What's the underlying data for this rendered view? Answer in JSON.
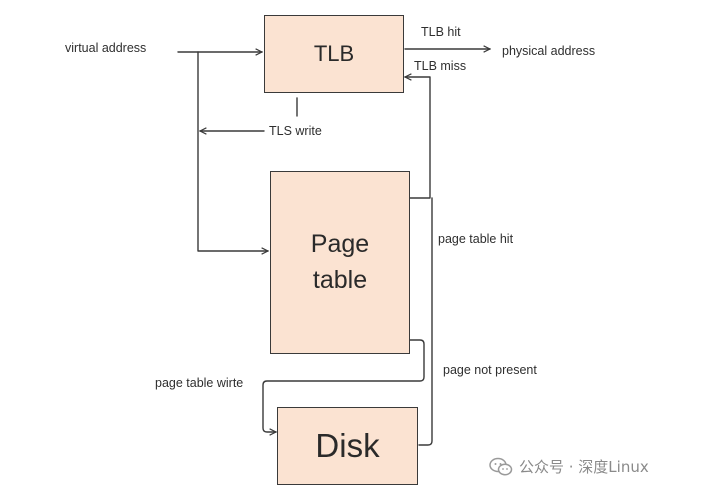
{
  "boxes": {
    "tlb": "TLB",
    "page_table_line1": "Page",
    "page_table_line2": "table",
    "disk": "Disk"
  },
  "labels": {
    "virtual_address": "virtual address",
    "tlb_hit": "TLB hit",
    "physical_address": "physical address",
    "tlb_miss": "TLB miss",
    "tls_write": "TLS write",
    "page_table_hit": "page table hit",
    "page_table_wirte": "page table wirte",
    "page_not_present": "page not present"
  },
  "watermark": {
    "text": "公众号 · 深度Linux",
    "icon": "wechat-icon"
  },
  "colors": {
    "box_fill": "#fbe3d2",
    "stroke": "#3a3a3a"
  }
}
